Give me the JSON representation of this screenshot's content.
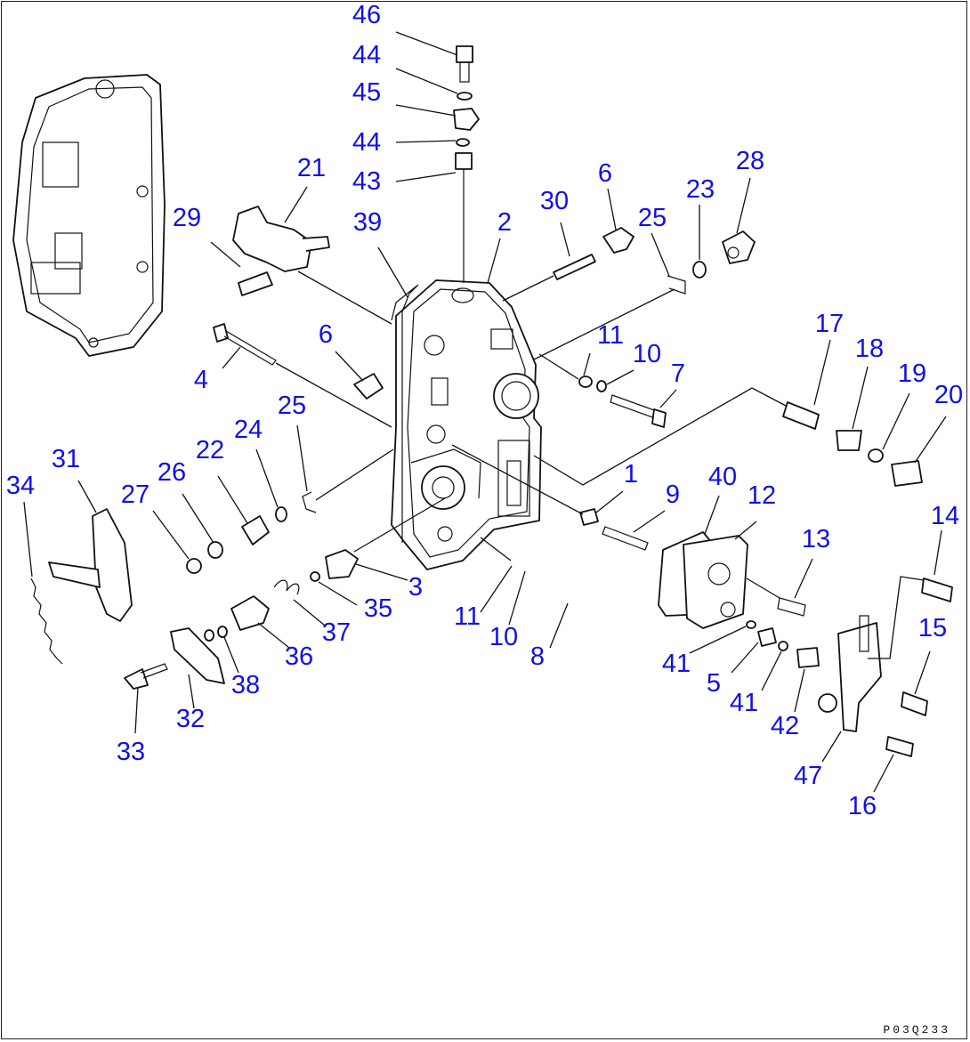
{
  "callouts": [
    "46",
    "44",
    "45",
    "44",
    "43",
    "21",
    "29",
    "39",
    "2",
    "30",
    "6",
    "25",
    "23",
    "28",
    "6",
    "11",
    "10",
    "7",
    "4",
    "17",
    "18",
    "19",
    "20",
    "25",
    "24",
    "22",
    "26",
    "27",
    "31",
    "34",
    "1",
    "9",
    "40",
    "12",
    "14",
    "13",
    "3",
    "35",
    "37",
    "36",
    "38",
    "11",
    "10",
    "8",
    "41",
    "5",
    "41",
    "42",
    "15",
    "32",
    "33",
    "47",
    "16"
  ],
  "drawing_code": "P03Q233",
  "ink_color": "#1010e8"
}
